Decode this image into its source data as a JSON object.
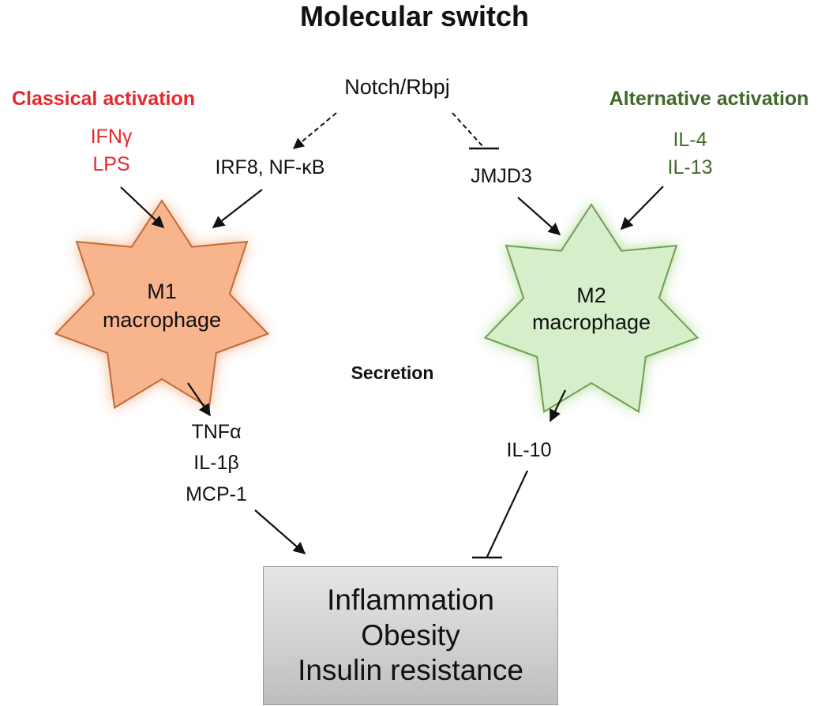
{
  "title": "Molecular switch",
  "classical": {
    "heading": "Classical activation",
    "stimuli": [
      "IFNγ",
      "LPS"
    ],
    "color": "#e8272b"
  },
  "alternative": {
    "heading": "Alternative activation",
    "stimuli": [
      "IL-4",
      "IL-13"
    ],
    "color": "#3f6a2a"
  },
  "notch": "Notch/Rbpj",
  "irf8": "IRF8, NF-κB",
  "jmjd3": "JMJD3",
  "m1": {
    "line1": "M1",
    "line2": "macrophage",
    "fill": "#f7b48d",
    "stroke": "#c06a3a",
    "glow": "#f3a070"
  },
  "m2": {
    "line1": "M2",
    "line2": "macrophage",
    "fill": "#d6eec9",
    "stroke": "#6f9e55",
    "glow": "#9fd37f"
  },
  "secretion": "Secretion",
  "m1_products": [
    "TNFα",
    "IL-1β",
    "MCP-1"
  ],
  "m2_product": "IL-10",
  "outcomes": [
    "Inflammation",
    "Obesity",
    "Insulin resistance"
  ]
}
